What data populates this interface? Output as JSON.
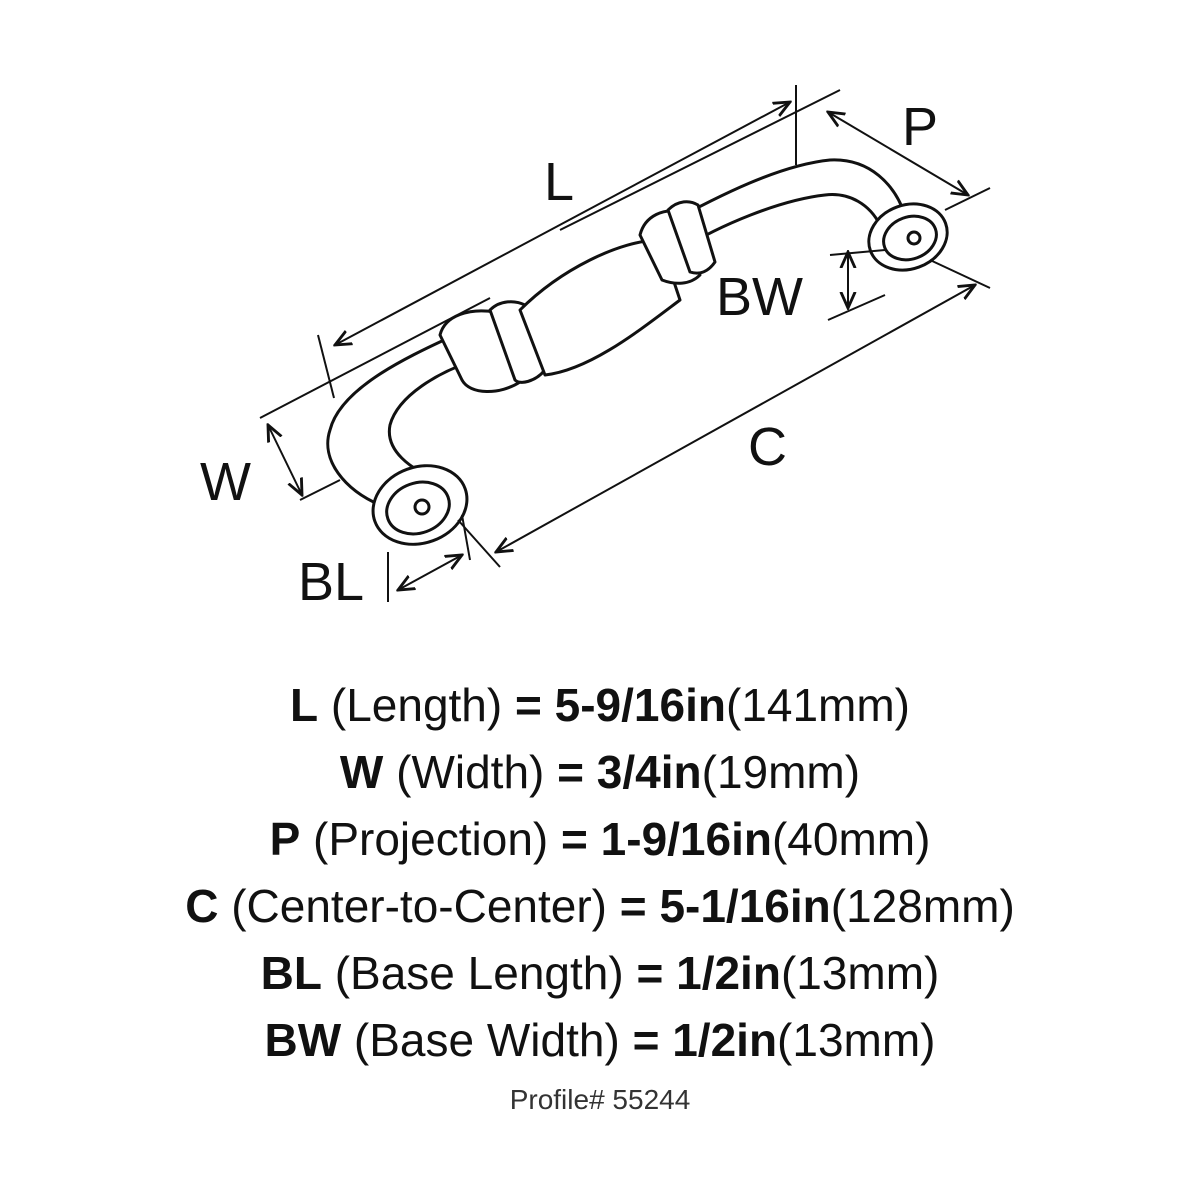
{
  "diagram": {
    "labels": {
      "L": "L",
      "P": "P",
      "BW": "BW",
      "C": "C",
      "W": "W",
      "BL": "BL"
    },
    "colors": {
      "ink": "#111111",
      "fill": "#ffffff"
    }
  },
  "specs": [
    {
      "abbr": "L",
      "desc": "(Length)",
      "eq": "=",
      "imperial": "5-9/16in",
      "metric": "(141mm)"
    },
    {
      "abbr": "W",
      "desc": "(Width)",
      "eq": "=",
      "imperial": "3/4in",
      "metric": "(19mm)"
    },
    {
      "abbr": "P",
      "desc": "(Projection)",
      "eq": "=",
      "imperial": "1-9/16in",
      "metric": "(40mm)"
    },
    {
      "abbr": "C",
      "desc": "(Center-to-Center)",
      "eq": "=",
      "imperial": "5-1/16in",
      "metric": "(128mm)"
    },
    {
      "abbr": "BL",
      "desc": "(Base Length)",
      "eq": "=",
      "imperial": "1/2in",
      "metric": "(13mm)"
    },
    {
      "abbr": "BW",
      "desc": "(Base Width)",
      "eq": "=",
      "imperial": "1/2in",
      "metric": "(13mm)"
    }
  ],
  "profile": "Profile# 55244"
}
